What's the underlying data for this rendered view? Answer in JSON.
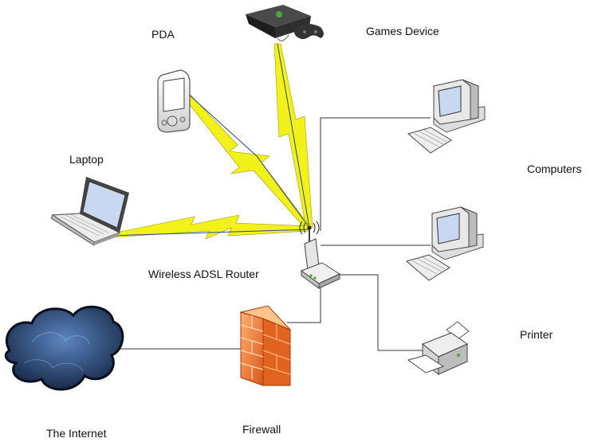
{
  "labels": {
    "pda": "PDA",
    "games_device": "Games Device",
    "laptop": "Laptop",
    "computers": "Computers",
    "router": "Wireless ADSL Router",
    "printer": "Printer",
    "internet": "The Internet",
    "firewall": "Firewall"
  },
  "colors": {
    "wired_line": "#333333",
    "wireless_bolt": "#f2f21a",
    "wireless_line": "#2a4a8a",
    "firewall_brick": "#f07a2a",
    "cloud": "#1d3b6a",
    "device_body": "#f2f2f2",
    "screen": "#c8d8f0"
  },
  "icons": [
    "pda-icon",
    "games-console-icon",
    "laptop-icon",
    "desktop-computer-icon",
    "router-icon",
    "firewall-icon",
    "cloud-icon",
    "printer-icon"
  ]
}
